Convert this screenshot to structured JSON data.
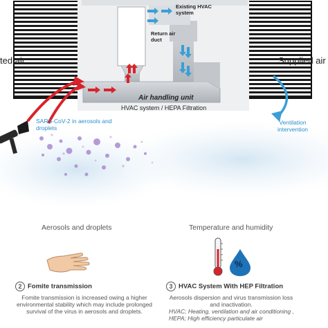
{
  "labels": {
    "hvac_existing": "Existing HVAC system",
    "return_duct": "Return air duct",
    "air_handling_unit": "Air handling unit",
    "hvac_hepa": "HVAC system / HEPA Filtration",
    "returned_air": "ted air",
    "supplied_air": "Supplied air",
    "sars_cov2": "SARS-CoV-2 in aerosols and droplets",
    "ventilation": "Ventilation intervention",
    "aerosols_droplets": "Aerosols and droplets",
    "temp_humidity": "Temperature and humidity"
  },
  "panels": [
    {
      "number": "2",
      "title": "Fomite transmission",
      "body": "Fomite transmission is increased owing a higher environmental stability which may include prolonged survival of the virus in aerosols and droplets."
    },
    {
      "number": "3",
      "title": "HVAC System With HEP Filtration",
      "body": "Aerosols dispersion and virus transmission loss and inactivation.",
      "note1": "HVAC; Heating, ventilation and air conditioning ,",
      "note2": "HEPA; High efficiency particulate air"
    }
  ],
  "icons": {
    "humidity_symbol": "%"
  },
  "colors": {
    "return_arrow": "#d8232a",
    "supply_arrow": "#3a9fd6",
    "duct": "#c9cdd2",
    "droplet": "#1e73b8"
  }
}
